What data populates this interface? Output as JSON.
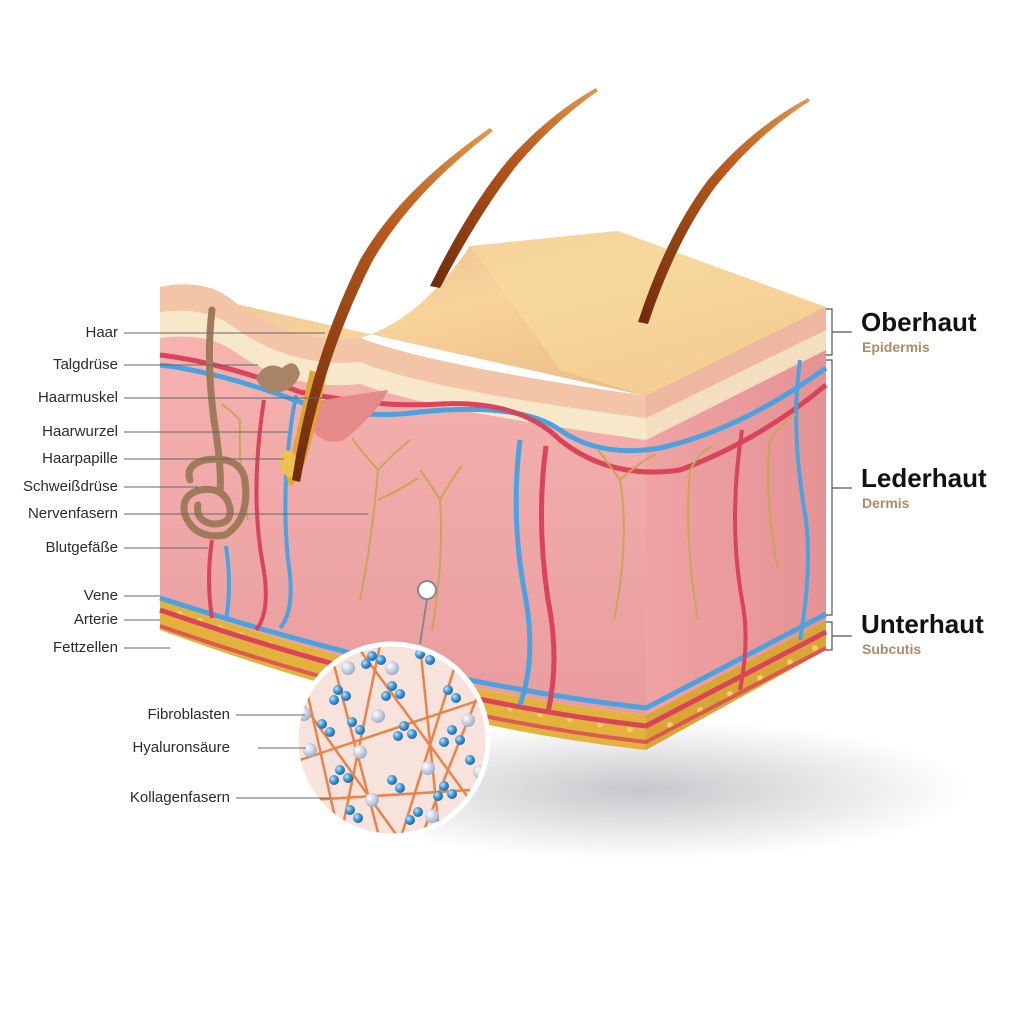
{
  "left_labels": [
    "Haar",
    "Talgdrüse",
    "Haarmuskel",
    "Haarwurzel",
    "Haarpapille",
    "Schweißdrüse",
    "Nervenfasern",
    "Blutgefäße",
    "Vene",
    "Arterie",
    "Fettzellen"
  ],
  "zoom_labels": [
    "Fibroblasten",
    "Hyaluronsäure",
    "Kollagenfasern"
  ],
  "layers": [
    {
      "name": "Oberhaut",
      "latin": "Epidermis"
    },
    {
      "name": "Lederhaut",
      "latin": "Dermis"
    },
    {
      "name": "Unterhaut",
      "latin": "Subcutis"
    }
  ],
  "colors": {
    "skin_surface": "#f1c49a",
    "dermis": "#f2aaa8",
    "vein": "#4aa3e0",
    "artery": "#d9445a",
    "nerve": "#c9a558",
    "fat": "#e2b23d",
    "hair": "#8a3a14",
    "layer_subtitle": "#b08a64"
  }
}
